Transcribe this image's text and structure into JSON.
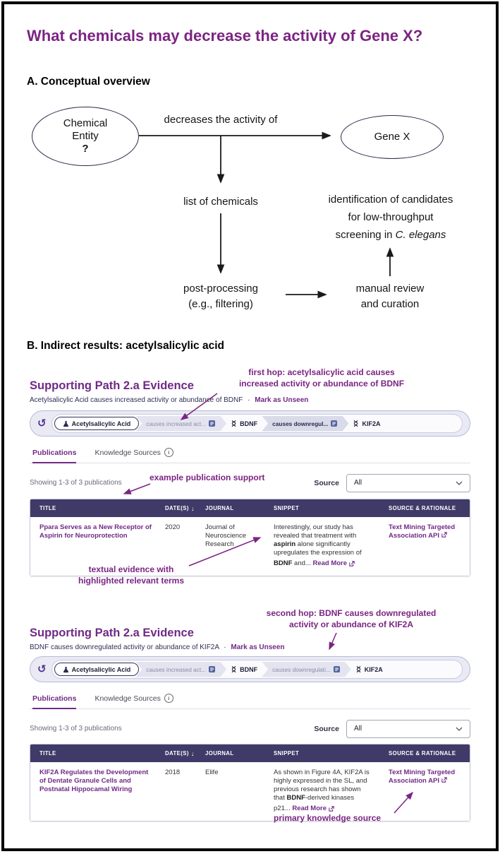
{
  "colors": {
    "accent_purple": "#7b2483",
    "link_purple": "#702a85",
    "table_header_navy": "#3f3a68",
    "pathbar_lavender": "#e9eaf4"
  },
  "icons": {
    "history": "↺",
    "sort_desc": "↓",
    "info": "i"
  },
  "figure": {
    "title": "What chemicals may decrease the activity of Gene X?",
    "panel_a_label": "A. Conceptual overview",
    "panel_b_label": "B. Indirect results: acetylsalicylic acid"
  },
  "diagram": {
    "chemical_node": {
      "line1": "Chemical",
      "line2": "Entity",
      "mark": "?"
    },
    "gene_node": "Gene X",
    "edge_label": "decreases the activity of",
    "list_label": "list of chemicals",
    "post_label_1": "post-processing",
    "post_label_2": "(e.g., filtering)",
    "manual_label_1": "manual review",
    "manual_label_2": "and curation",
    "ident_label_1": "identification of candidates",
    "ident_label_2": "for low-throughput",
    "ident_label_3": "screening in ",
    "ident_label_3_italic": "C. elegans"
  },
  "annotations": {
    "first_hop": {
      "line1": "first hop: acetylsalicylic acid causes",
      "line2": "increased activity or abundance of BDNF"
    },
    "example_publication": "example publication support",
    "textual_evidence": {
      "line1": "textual evidence with",
      "line2": "highlighted relevant terms"
    },
    "second_hop": {
      "line1": "second hop: BDNF causes downregulated",
      "line2": "activity or abundance of KIF2A"
    },
    "primary_source": "primary knowledge source"
  },
  "evidence_panels": [
    {
      "heading": "Supporting Path 2.a Evidence",
      "subtitle": "Acetylsalicylic Acid causes increased activity or abundance of BDNF",
      "separator": "·",
      "mark_as_unseen": "Mark as Unseen",
      "path": {
        "start": "Acetylsalicylic Acid",
        "predicate1": "causes increased act...",
        "middle": "BDNF",
        "predicate2": "causes downregul...",
        "end": "KIF2A"
      },
      "tabs": {
        "publications": "Publications",
        "knowledge_sources": "Knowledge Sources"
      },
      "showing": "Showing 1-3 of 3 publications",
      "source_filter": {
        "label": "Source",
        "value": "All"
      },
      "table": {
        "headers": {
          "title": "TITLE",
          "date": "DATE(S)",
          "journal": "JOURNAL",
          "snippet": "SNIPPET",
          "source": "SOURCE & RATIONALE"
        },
        "row": {
          "title": "Ppara Serves as a New Receptor of Aspirin for Neuroprotection",
          "date": "2020",
          "journal": "Journal of Neuroscience Research",
          "snippet": {
            "part1": "Interestingly, our study has revealed that treatment with ",
            "term1": "aspirin",
            "part2": " alone significantly upregulates the expression of ",
            "term2": "BDNF",
            "part3": " and..."
          },
          "read_more": "Read More",
          "source": "Text Mining Targeted Association API"
        }
      }
    },
    {
      "heading": "Supporting Path 2.a Evidence",
      "subtitle": "BDNF causes downregulated activity or abundance of KIF2A",
      "separator": "·",
      "mark_as_unseen": "Mark as Unseen",
      "path": {
        "start": "Acetylsalicylic Acid",
        "predicate1": "causes increased act...",
        "middle": "BDNF",
        "predicate2": "causes downregulati...",
        "end": "KIF2A"
      },
      "tabs": {
        "publications": "Publications",
        "knowledge_sources": "Knowledge Sources"
      },
      "showing": "Showing 1-3 of 3 publications",
      "source_filter": {
        "label": "Source",
        "value": "All"
      },
      "table": {
        "headers": {
          "title": "TITLE",
          "date": "DATE(S)",
          "journal": "JOURNAL",
          "snippet": "SNIPPET",
          "source": "SOURCE & RATIONALE"
        },
        "row": {
          "title": "KIF2A Regulates the Development of Dentate Granule Cells and Postnatal Hippocamal Wiring",
          "date": "2018",
          "journal": "Elife",
          "snippet": {
            "part1": "As shown in Figure 4A, KIF2A is highly expressed in the SL, and previous research has shown that ",
            "term1": "BDNF",
            "part2": "-derived kinases p21...",
            "term2": "",
            "part3": ""
          },
          "read_more": "Read More",
          "source": "Text Mining Targeted Association API"
        }
      }
    }
  ]
}
